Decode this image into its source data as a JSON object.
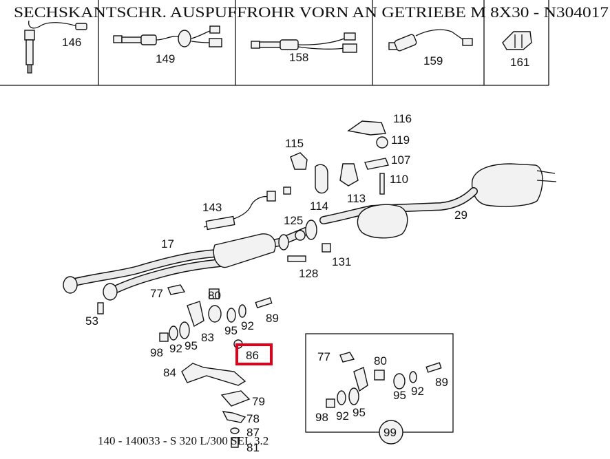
{
  "banner": "SECHSKANTSCHR. AUSPUFFROHR VORN AN GETRIEBE M 8X30 - N304017",
  "footer": "140 - 140033 - S 320 L/300 SEL 3.2",
  "highlight_color": "#e0001b",
  "header_parts": [
    "146",
    "149",
    "158",
    "159",
    "161"
  ],
  "main_parts": [
    "116",
    "119",
    "115",
    "107",
    "110",
    "114",
    "113",
    "143",
    "125",
    "29",
    "17",
    "131",
    "128",
    "77",
    "80",
    "53",
    "89",
    "92",
    "95",
    "83",
    "98",
    "92",
    "95",
    "86",
    "84",
    "79",
    "78",
    "87",
    "81"
  ],
  "inset_parts": [
    "77",
    "80",
    "89",
    "95",
    "92",
    "98",
    "92",
    "95"
  ],
  "inset_ref": "99",
  "highlighted_part": "86"
}
